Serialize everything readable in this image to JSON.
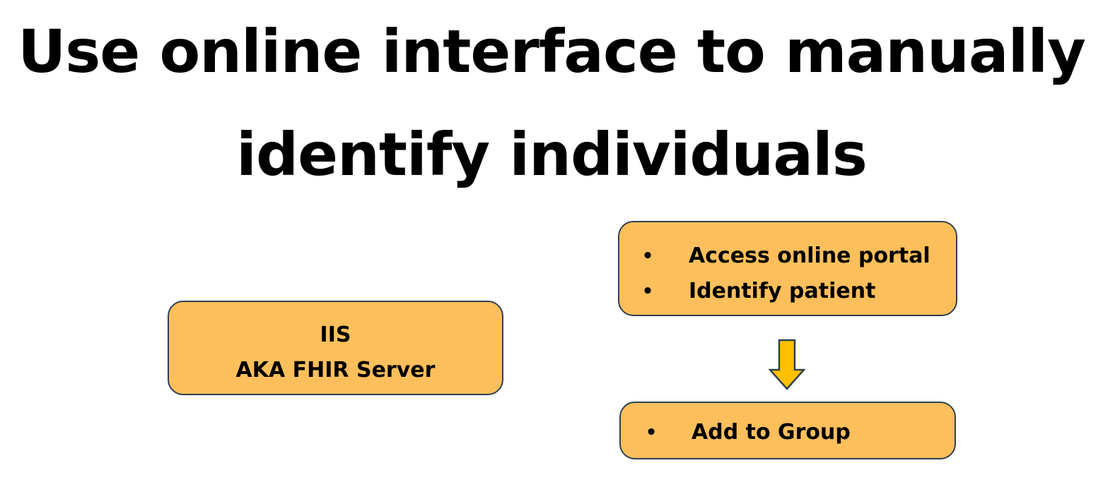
{
  "title": {
    "line1": "Use online interface to manually",
    "line2": "identify individuals"
  },
  "diagram": {
    "iis_box": {
      "line1": "IIS",
      "line2": "AKA FHIR Server"
    },
    "portal_box": {
      "items": [
        "Access online portal",
        "Identify patient"
      ]
    },
    "group_box": {
      "items": [
        "Add to Group"
      ]
    },
    "bullet_glyph": "•",
    "colors": {
      "box_fill": "#fdbf5c",
      "box_border": "#2f4150",
      "arrow_fill": "#ffc000",
      "arrow_border": "#2f4150"
    },
    "arrow_icon": "down-arrow-icon"
  }
}
